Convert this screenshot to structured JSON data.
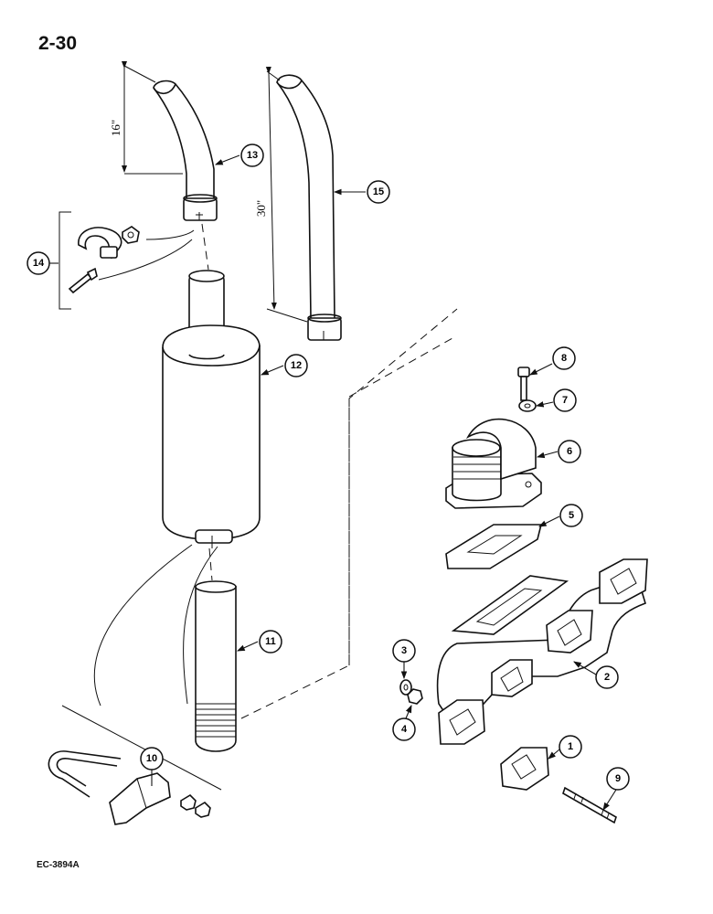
{
  "page_number": "2-30",
  "figure_code": "EC-3894A",
  "dimensions": {
    "upper_pipe_height": "16\"",
    "straight_pipe_height": "30\""
  },
  "callouts": [
    "1",
    "2",
    "3",
    "4",
    "5",
    "6",
    "7",
    "8",
    "9",
    "10",
    "11",
    "12",
    "13",
    "14",
    "15"
  ]
}
